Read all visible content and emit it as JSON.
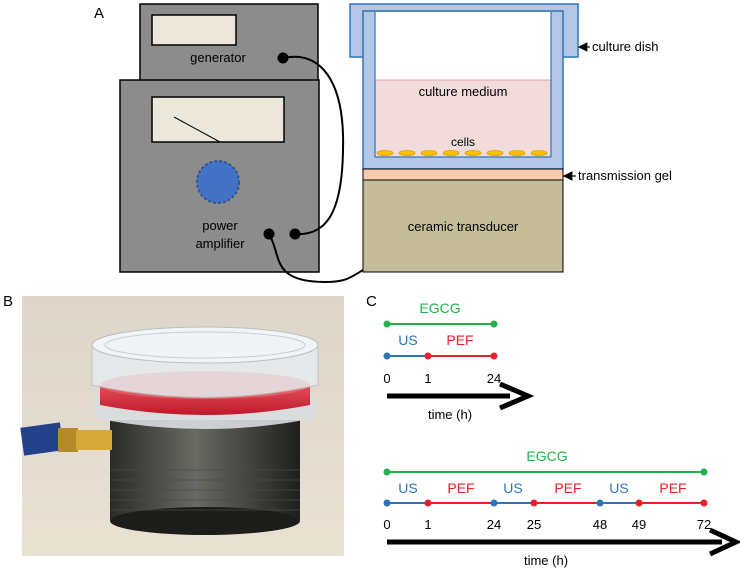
{
  "panel_labels": {
    "a": "A",
    "b": "B",
    "c": "C"
  },
  "panel_a": {
    "generator": "generator",
    "power_amplifier_line1": "power",
    "power_amplifier_line2": "amplifier",
    "culture_medium": "culture medium",
    "cells": "cells",
    "ceramic_transducer": "ceramic transducer",
    "culture_dish": "culture dish",
    "transmission_gel": "transmission gel"
  },
  "panel_c": {
    "timeline1": {
      "egcg": "EGCG",
      "us": "US",
      "pef": "PEF",
      "ticks": [
        "0",
        "1",
        "24"
      ],
      "axis": "time (h)"
    },
    "timeline2": {
      "egcg": "EGCG",
      "segments": [
        "US",
        "PEF",
        "US",
        "PEF",
        "US",
        "PEF"
      ],
      "ticks": [
        "0",
        "1",
        "24",
        "25",
        "48",
        "49",
        "72"
      ],
      "axis": "time (h)"
    }
  },
  "colors": {
    "egcg": "#22b04b",
    "us": "#2e75b6",
    "pef": "#e8212a",
    "device_gray": "#8c8c8c",
    "dish_blue": "#b4c7e7",
    "medium_pink": "#f2dcdb",
    "gel": "#f8cbad",
    "transducer": "#c4bd97",
    "cell_gold": "#ffc000"
  }
}
